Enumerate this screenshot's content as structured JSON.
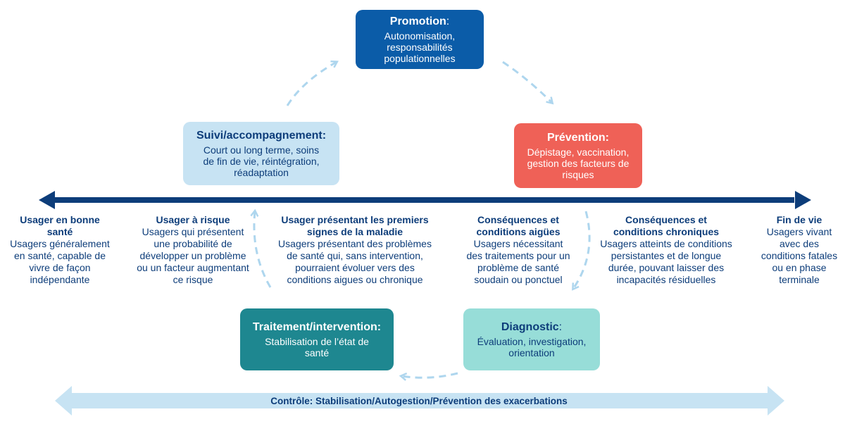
{
  "boxes": {
    "promotion": {
      "title": "Promotion",
      "colon": ":",
      "lines": [
        "Autonomisation,",
        "responsabilités",
        "populationnelles"
      ],
      "color": "#0b5ca8"
    },
    "prevention": {
      "title": "Prévention:",
      "lines": [
        "Dépistage, vaccination,",
        "gestion des facteurs de",
        "risques"
      ],
      "color": "#ef6157"
    },
    "suivi": {
      "title": "Suivi/accompagnement:",
      "lines": [
        "Court ou long terme, soins",
        "de fin de vie, réintégration,",
        "réadaptation"
      ],
      "color": "#c7e3f3"
    },
    "traitement": {
      "title": "Traitement/intervention:",
      "lines": [
        "Stabilisation de l’état de",
        "santé"
      ],
      "color": "#1e8790"
    },
    "diagnostic": {
      "title": "Diagnostic",
      "colon": ":",
      "lines": [
        "Évaluation, investigation,",
        "orientation"
      ],
      "color": "#97ddd8"
    }
  },
  "stages": [
    {
      "title": [
        "Usager en bonne",
        "santé"
      ],
      "desc": [
        "Usagers généralement",
        "en santé, capable de",
        "vivre de façon",
        "indépendante"
      ]
    },
    {
      "title": [
        "Usager à risque"
      ],
      "desc": [
        "Usagers qui présentent",
        "une probabilité de",
        "développer un problème",
        "ou un facteur augmentant",
        "ce risque"
      ]
    },
    {
      "title": [
        "Usager présentant les premiers",
        "signes de la maladie"
      ],
      "desc": [
        "Usagers présentant des problèmes",
        "de santé qui, sans intervention,",
        "pourraient évoluer vers des",
        "conditions aigues ou chronique"
      ]
    },
    {
      "title": [
        "Conséquences et",
        "conditions aigües"
      ],
      "desc": [
        "Usagers nécessitant",
        "des traitements pour un",
        "problème de santé",
        "soudain ou ponctuel"
      ]
    },
    {
      "title": [
        "Conséquences et",
        "conditions chroniques"
      ],
      "desc": [
        "Usagers atteints de conditions",
        "persistantes et de longue",
        "durée, pouvant laisser des",
        "incapacités résiduelles"
      ]
    },
    {
      "title": [
        "Fin de vie"
      ],
      "desc": [
        "Usagers vivant",
        "avec des",
        "conditions fatales",
        "ou en phase",
        "terminale"
      ]
    }
  ],
  "bottom_arrow": {
    "label": "Contrôle: Stabilisation/Autogestion/Prévention des exacerbations",
    "color": "#c7e3f3"
  },
  "colors": {
    "timeline": "#0d3d7a",
    "dashed_arrow": "#aed6ee",
    "text_dark": "#0d3d7a"
  }
}
